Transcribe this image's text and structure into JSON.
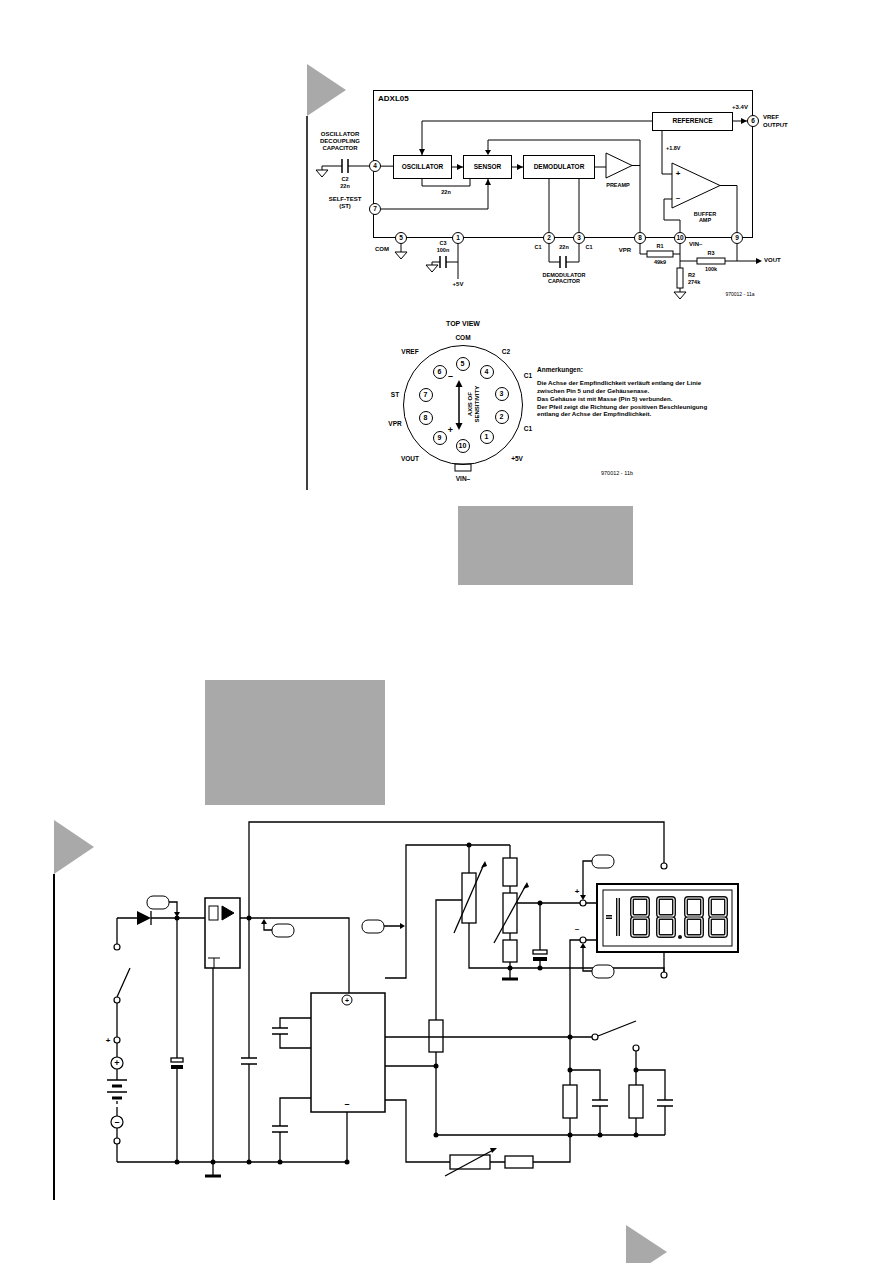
{
  "diagram": {
    "nodes": [
      {
        "text": [
          "ADXL05"
        ]
      },
      {
        "text": [
          "OSCILLATOR"
        ],
        "in": 0
      },
      {
        "text": [
          "SENSOR"
        ],
        "in": 0
      },
      {
        "text": [
          "DEMODULATOR"
        ],
        "in": 0
      },
      {
        "text": [
          "REFERENCE"
        ],
        "in": 0
      },
      {
        "text": [
          "4"
        ]
      },
      {
        "text": [
          "7"
        ]
      },
      {
        "text": [
          "5"
        ]
      },
      {
        "text": [
          "1"
        ]
      },
      {
        "text": [
          "2"
        ]
      },
      {
        "text": [
          "3"
        ]
      },
      {
        "text": [
          "8"
        ]
      },
      {
        "text": [
          "10"
        ]
      },
      {
        "text": [
          "9"
        ]
      },
      {
        "text": [
          "6"
        ]
      },
      {
        "text": [
          "–",
          "AXIS OF SENSITIVITY",
          "+"
        ]
      },
      {
        "text": [
          "5"
        ],
        "in": 15
      },
      {
        "text": [
          "6"
        ],
        "in": 15
      },
      {
        "text": [
          "4"
        ],
        "in": 15
      },
      {
        "text": [
          "7"
        ],
        "in": 15
      },
      {
        "text": [
          "3"
        ],
        "in": 15
      },
      {
        "text": [
          "8"
        ],
        "in": 15
      },
      {
        "text": [
          "2"
        ],
        "in": 15
      },
      {
        "text": [
          "9"
        ],
        "in": 15
      },
      {
        "text": [
          "1"
        ],
        "in": 15
      },
      {
        "text": [
          "10"
        ],
        "in": 15
      }
    ],
    "edges": [
      {
        "from": 1,
        "to": 2,
        "arrow": "to"
      },
      {
        "from": 2,
        "to": 3,
        "arrow": "to"
      },
      {
        "from": 4,
        "to": 1,
        "arrow": "to"
      },
      {
        "from": 4,
        "to": 14,
        "label": "+3.4V",
        "arrow": "to"
      },
      {
        "from": 5,
        "to": 1,
        "arrow": "none"
      },
      {
        "from": 6,
        "to": 2,
        "arrow": "to"
      },
      {
        "from": 3,
        "to": 9,
        "arrow": "none"
      },
      {
        "from": 3,
        "to": 10,
        "arrow": "none"
      }
    ],
    "labels": [
      "OSCILLATOR DECOUPLING CAPACITOR",
      "C2",
      "22n",
      "SELF-TEST (ST)",
      "COM",
      "C3",
      "100n",
      "+5V",
      "C1",
      "22n",
      "C1",
      "DEMODULATOR CAPACITOR",
      "PREAMP",
      "VPR",
      "R1",
      "49k9",
      "VIN–",
      "R3",
      "100k",
      "R2",
      "274k",
      "VOUT",
      "+1.8V",
      "+",
      "–",
      "BUFFER AMP",
      "VREF OUTPUT",
      "970012 - 11a",
      "22n",
      "TOP VIEW",
      "COM",
      "VREF",
      "C2",
      "ST",
      "C1",
      "C1",
      "VPR",
      "VOUT",
      "+5V",
      "VIN–",
      "Anmerkungen:",
      "Die Achse der Empfindlichkeit verläuft entlang der Linie zwischen Pin 5 und der Gehäusenase.",
      "Das Gehäuse ist mit Masse (Pin 5) verbunden.",
      "Der Pfeil zeigt die Richtung der positiven Beschleunigung entlang der Achse der Empfindlichkeit.",
      "970012 - 11b",
      "+",
      "+",
      "–",
      "+",
      "–",
      "+",
      "–"
    ]
  }
}
